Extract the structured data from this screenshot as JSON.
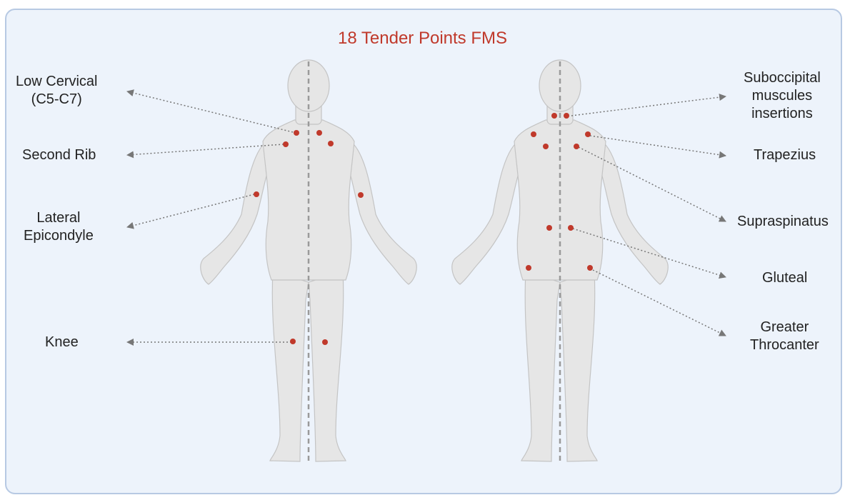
{
  "title": "18 Tender Points FMS",
  "colors": {
    "accent": "#c0392b",
    "panel": "#edf3fb",
    "border": "#b7c9e3",
    "body": "#e6e6e6",
    "arrow": "#777777"
  },
  "labels_left": {
    "low_cervical": "Low Cervical\n(C5-C7)",
    "second_rib": "Second Rib",
    "lateral_epicondyle": "Lateral\nEpicondyle",
    "knee": "Knee"
  },
  "labels_right": {
    "suboccipital": "Suboccipital\nmuscules\ninsertions",
    "trapezius": "Trapezius",
    "supraspinatus": "Supraspinatus",
    "gluteal": "Gluteal",
    "greater_throcanter": "Greater\nThrocanter"
  },
  "figures": [
    "front-view",
    "back-view"
  ]
}
